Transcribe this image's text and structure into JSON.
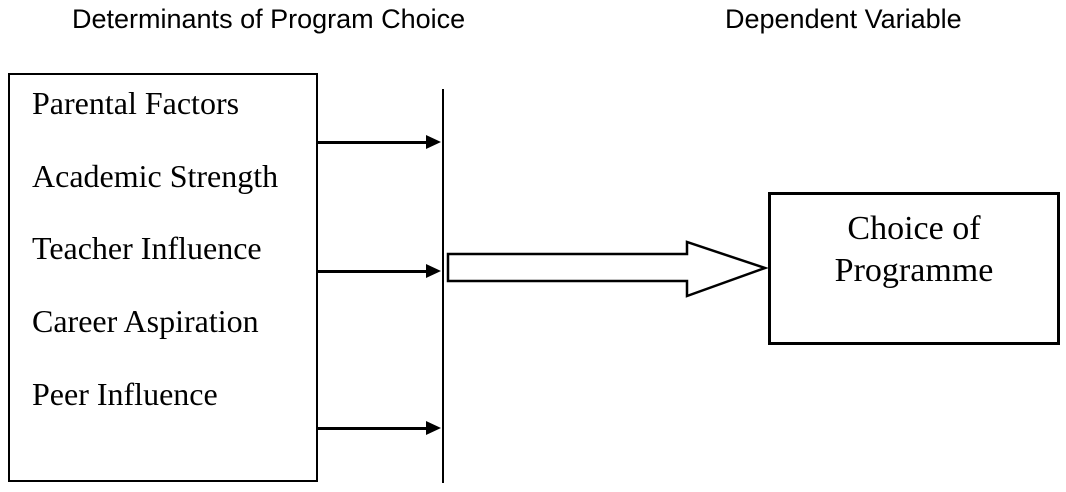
{
  "diagram": {
    "headings": {
      "left": "Determinants of Program Choice",
      "right": "Dependent Variable"
    },
    "determinants_box": {
      "items": [
        "Parental Factors",
        "Academic Strength",
        "Teacher Influence",
        "Career Aspiration",
        "Peer Influence"
      ]
    },
    "dependent_box": {
      "line1": "Choice of",
      "line2": "Programme"
    },
    "connectors": {
      "small_arrow_count": 3,
      "small_arrow_icon": "right-arrow-icon",
      "big_arrow_icon": "block-arrow-right-icon",
      "barrier": "vertical-line"
    },
    "colors": {
      "stroke": "#000000",
      "background": "#ffffff"
    }
  }
}
